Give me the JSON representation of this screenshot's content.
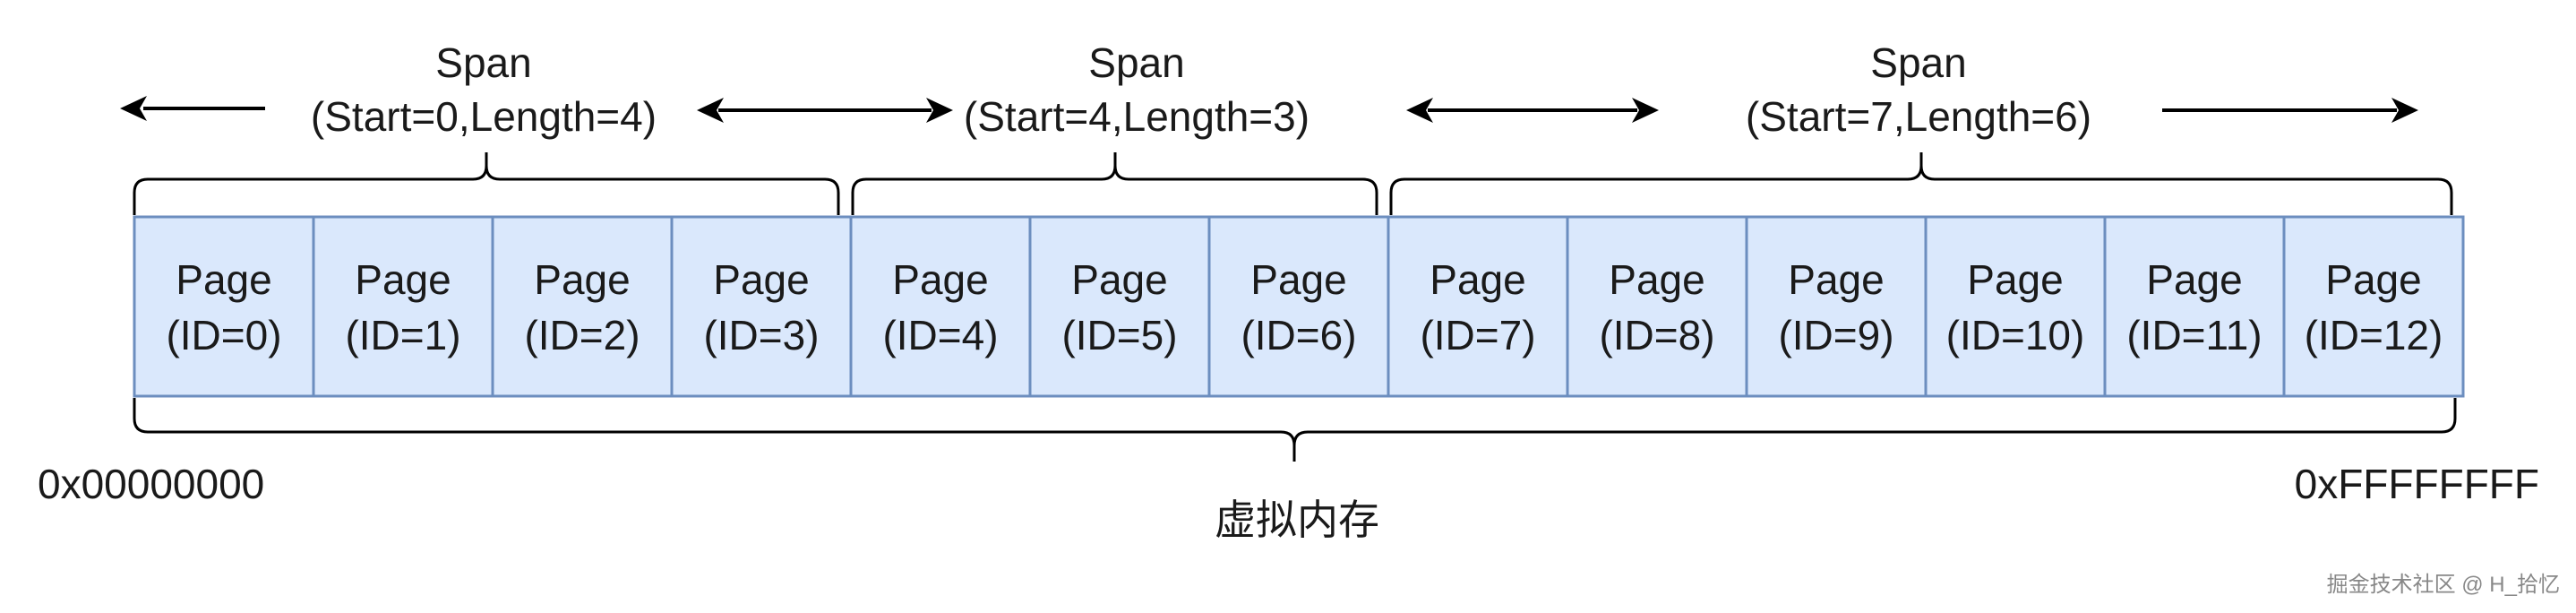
{
  "spans": [
    {
      "title": "Span",
      "params": "(Start=0,Length=4)",
      "start": 0,
      "length": 4
    },
    {
      "title": "Span",
      "params": "(Start=4,Length=3)",
      "start": 4,
      "length": 3
    },
    {
      "title": "Span",
      "params": "(Start=7,Length=6)",
      "start": 7,
      "length": 6
    }
  ],
  "pages": [
    {
      "label": "Page",
      "id": "(ID=0)"
    },
    {
      "label": "Page",
      "id": "(ID=1)"
    },
    {
      "label": "Page",
      "id": "(ID=2)"
    },
    {
      "label": "Page",
      "id": "(ID=3)"
    },
    {
      "label": "Page",
      "id": "(ID=4)"
    },
    {
      "label": "Page",
      "id": "(ID=5)"
    },
    {
      "label": "Page",
      "id": "(ID=6)"
    },
    {
      "label": "Page",
      "id": "(ID=7)"
    },
    {
      "label": "Page",
      "id": "(ID=8)"
    },
    {
      "label": "Page",
      "id": "(ID=9)"
    },
    {
      "label": "Page",
      "id": "(ID=10)"
    },
    {
      "label": "Page",
      "id": "(ID=11)"
    },
    {
      "label": "Page",
      "id": "(ID=12)"
    }
  ],
  "address_start": "0x00000000",
  "address_end": "0xFFFFFFFF",
  "memory_label": "虚拟内存",
  "watermark": "掘金技术社区 @ H_拾忆",
  "colors": {
    "page_fill": "#dae8fc",
    "page_stroke": "#6c8ebf"
  }
}
